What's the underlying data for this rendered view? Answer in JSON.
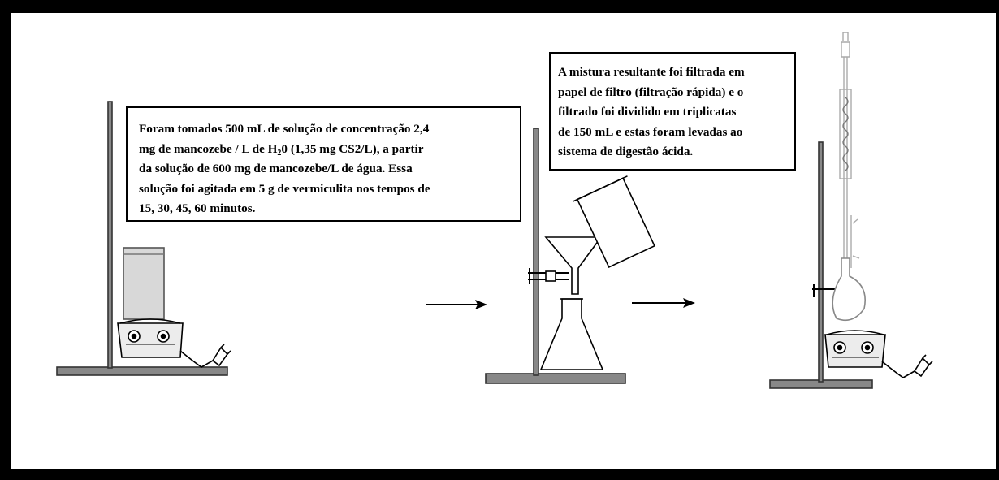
{
  "step1": {
    "lines": [
      "Foram tomados 500 mL de solução de concentração 2,4",
      "mg de mancozebe / L de H",
      "0 (1,35 mg CS2/L), a partir",
      "da solução de 600 mg de mancozebe/L de água. Essa",
      "solução foi agitada em 5 g de vermiculita nos tempos de",
      "15, 30, 45, 60 minutos."
    ],
    "subscript": "2"
  },
  "step2": {
    "lines": [
      "A mistura resultante foi filtrada em",
      "papel de filtro (filtração rápida) e o",
      "filtrado foi dividido em triplicatas",
      "de 150 mL e estas foram levadas ao",
      "sistema de digestão ácida."
    ]
  }
}
